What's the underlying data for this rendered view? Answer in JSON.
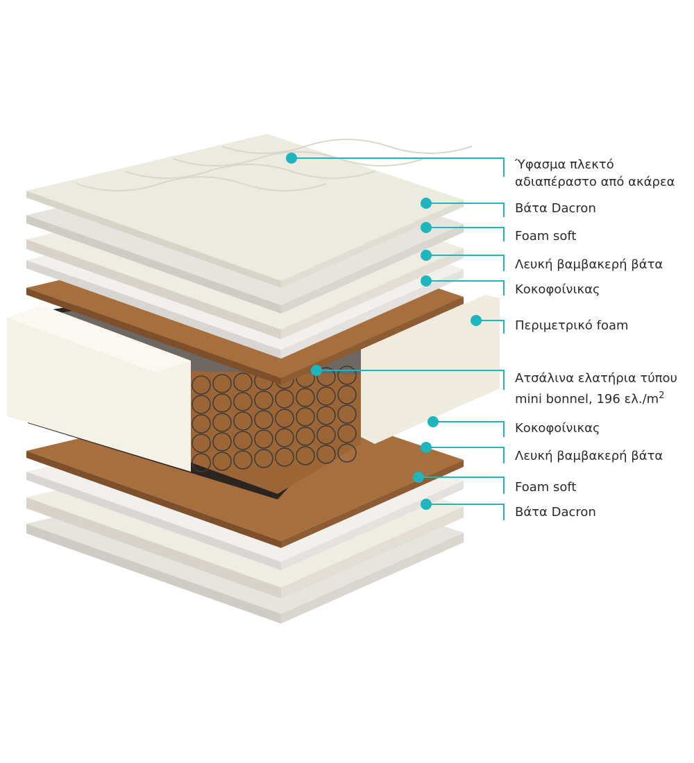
{
  "title": "Mattress layer diagram",
  "accent_color": "#1fb5bd",
  "callouts": [
    {
      "id": "knit-fabric",
      "lines": [
        "Ύφασμα πλεκτό",
        "αδιαπέραστο από ακάρεα"
      ]
    },
    {
      "id": "dacron-top",
      "lines": [
        "Βάτα Dacron"
      ]
    },
    {
      "id": "foam-soft-top",
      "lines": [
        "Foam soft"
      ]
    },
    {
      "id": "cotton-top",
      "lines": [
        "Λευκή βαμβακερή βάτα"
      ]
    },
    {
      "id": "coconut-top",
      "lines": [
        "Κοκοφοίνικας"
      ]
    },
    {
      "id": "perimeter-foam",
      "lines": [
        "Περιμετρικό foam"
      ]
    },
    {
      "id": "springs",
      "lines": [
        "Ατσάλινα ελατήρια τύπου",
        "mini bonnel, 196 ελ./m"
      ],
      "superscript": "2"
    },
    {
      "id": "coconut-bottom",
      "lines": [
        "Κοκοφοίνικας"
      ]
    },
    {
      "id": "cotton-bottom",
      "lines": [
        "Λευκή βαμβακερή βάτα"
      ]
    },
    {
      "id": "foam-soft-bottom",
      "lines": [
        "Foam soft"
      ]
    },
    {
      "id": "dacron-bottom",
      "lines": [
        "Βάτα Dacron"
      ]
    }
  ]
}
